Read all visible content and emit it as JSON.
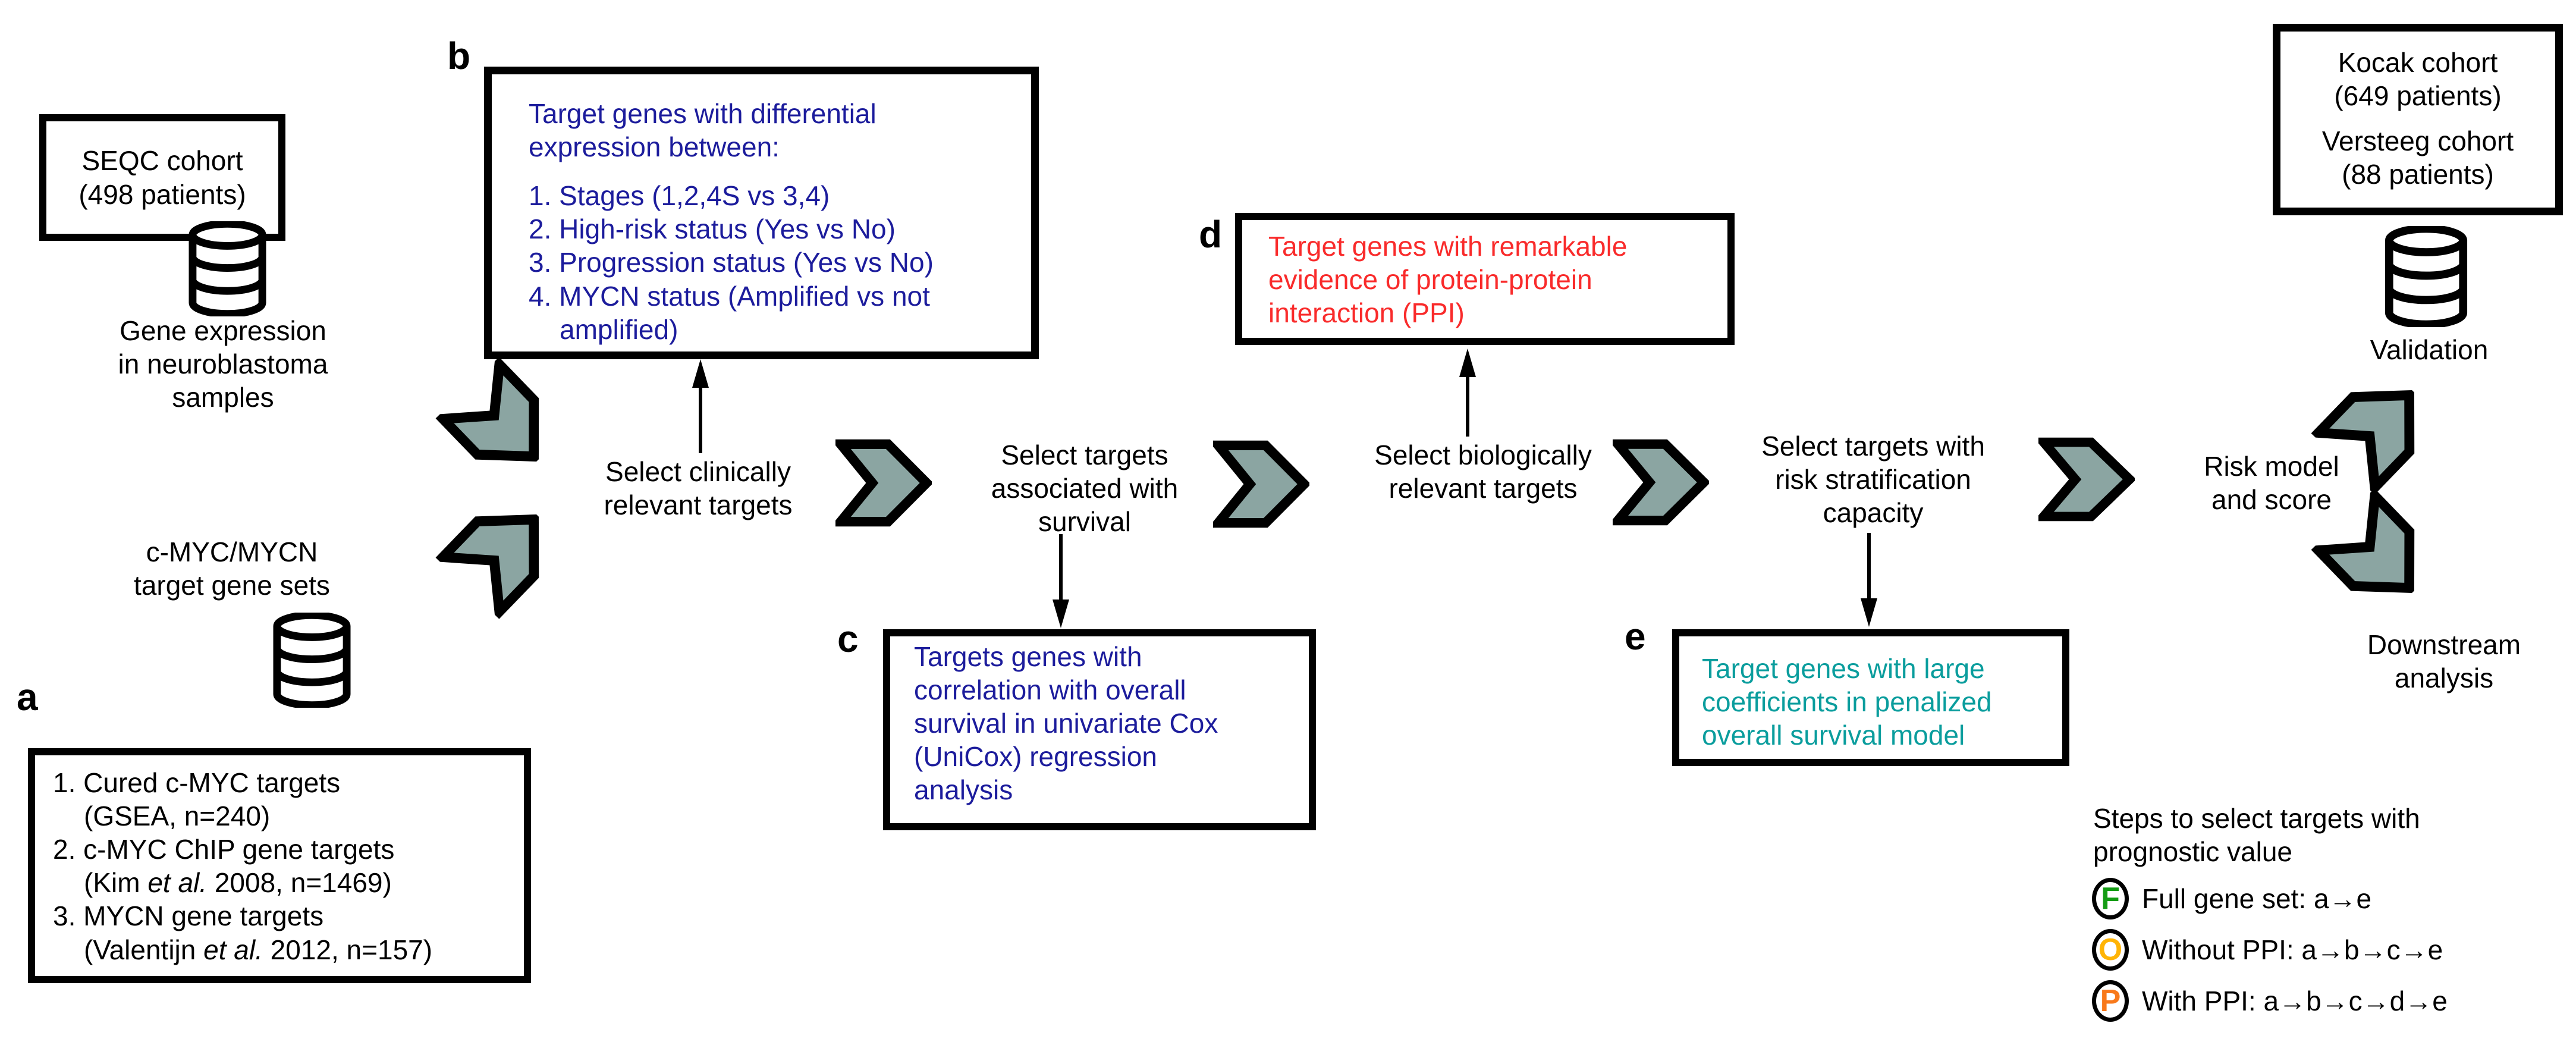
{
  "figure": {
    "panel_labels": {
      "a": "a",
      "b": "b",
      "c": "c",
      "d": "d",
      "e": "e"
    },
    "left": {
      "seqc_box": "SEQC cohort\n(498 patients)",
      "gene_expression": "Gene expression\nin neuroblastoma\nsamples",
      "cmyc_sets": "c-MYC/MYCN\ntarget gene sets"
    },
    "box_a_items": [
      [
        {
          "text": "1. Cured c-MYC targets\n(GSEA, n=240)"
        }
      ],
      [
        {
          "text": "2. c-MYC ChIP gene targets\n(Kim "
        },
        {
          "text": "et al.",
          "italic": true
        },
        {
          "text": " 2008, n=1469)"
        }
      ],
      [
        {
          "text": "3. MYCN gene targets\n(Valentijn "
        },
        {
          "text": "et al.",
          "italic": true
        },
        {
          "text": " 2012, n=157)"
        }
      ]
    ],
    "box_b": {
      "intro": "Target genes with differential\nexpression between:",
      "items": [
        "1. Stages (1,2,4S vs 3,4)",
        "2. High-risk status (Yes vs No)",
        "3. Progression status (Yes vs No)",
        "4. MYCN status (Amplified vs not\namplified)"
      ]
    },
    "box_c_text": "Targets genes with\ncorrelation with overall\nsurvival in univariate Cox\n(UniCox) regression\nanalysis",
    "box_d_text": "Target genes with remarkable\nevidence of protein-protein\ninteraction (PPI)",
    "box_e_text": "Target genes with large\ncoefficients in penalized\noverall survival model",
    "steps": {
      "clinical": "Select clinically\nrelevant targets",
      "survival": "Select targets\nassociated with\nsurvival",
      "biological": "Select biologically\nrelevant targets",
      "risk": "Select targets with\nrisk stratification\ncapacity",
      "risk_model": "Risk model\nand score"
    },
    "right": {
      "cohort_1": "Kocak cohort\n(649 patients)",
      "cohort_2": "Versteeg cohort\n(88 patients)",
      "validation": "Validation",
      "downstream": "Downstream\nanalysis"
    },
    "legend": {
      "title": "Steps to select targets with\nprognostic value",
      "items": [
        {
          "symbol": "F",
          "color": "#149c14",
          "text": "Full gene set: a→e"
        },
        {
          "symbol": "O",
          "color": "#ffb405",
          "text": "Without PPI: a→b→c→e"
        },
        {
          "symbol": "P",
          "color": "#f8791b",
          "text": "With PPI: a→b→c→d→e"
        }
      ]
    },
    "colors": {
      "navy_text": "#1c1c9c",
      "red_text": "#f92b2b",
      "teal_text": "#0a9d9d",
      "chevron_fill": "#8ba5a2",
      "outline": "#000000"
    }
  }
}
